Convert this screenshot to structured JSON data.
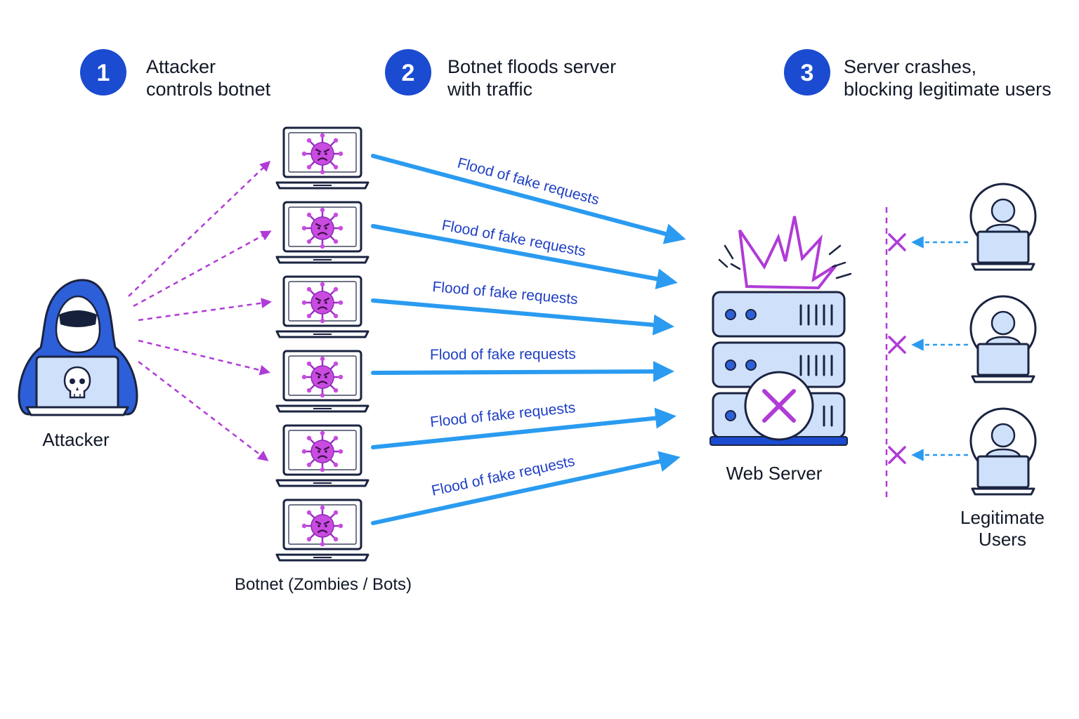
{
  "colors": {
    "blue_dark": "#1b4bd0",
    "blue_arrow": "#2a9bf0",
    "purple": "#b03bd6",
    "navy_text": "#1f3fc4",
    "light_blue": "#cfe0fb",
    "outline": "#1a2340"
  },
  "steps": [
    {
      "number": "1",
      "lines": [
        "Attacker",
        "controls botnet"
      ]
    },
    {
      "number": "2",
      "lines": [
        "Botnet floods server",
        "with traffic"
      ]
    },
    {
      "number": "3",
      "lines": [
        "Server crashes,",
        "blocking legitimate users"
      ]
    }
  ],
  "attacker": {
    "label": "Attacker",
    "icon": "skull-icon"
  },
  "botnet": {
    "label": "Botnet (Zombies / Bots)",
    "count": 6,
    "icon": "virus-icon"
  },
  "flood_label": "Flood of fake requests",
  "flood_count": 6,
  "server": {
    "label": "Web Server",
    "status_icon": "x-icon"
  },
  "users": {
    "label_lines": [
      "Legitimate",
      "Users"
    ],
    "count": 3,
    "blocked_icon": "x-icon"
  }
}
